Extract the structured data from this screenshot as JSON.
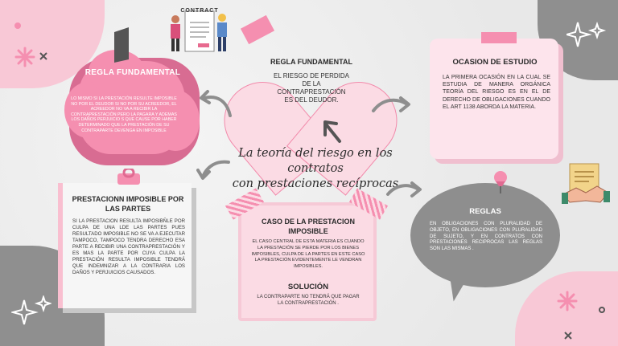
{
  "title": {
    "line1": "La teoría del riesgo en los contratos",
    "line2": "con prestaciones recíprocas"
  },
  "cards": {
    "regla_left": {
      "heading": "REGLA FUNDAMENTAL",
      "body": "LO MISMO SI LA PRESTACIÓN RESULTE IMPOSIBLE NO POR EL DEUDOR SI NO POR SU ACREEDOR, EL ACREEDOR NO VA A RECIBIR LA CONTRAPRESTACIÓN PERO LA PAGARA Y ADEMAS LOS DAÑOS PERJUICIO S QUE CAUSE POR HABER DETERMINADO QUE LA PRESTACIÓN DE SU CONTRAPARTE DEVENGA EN IMPOSIBLE"
    },
    "regla_heart": {
      "heading": "REGLA FUNDAMENTAL",
      "body": "EL RIESGO DE PERDIDA DE LA CONTRAPRESTACIÓN ES DEL DEUDOR."
    },
    "ocasion": {
      "heading": "OCASION DE ESTUDIO",
      "body": "LA PRIMERA OCASIÓN EN LA CUAL SE ESTUDIA DE MANERA ORGÁNICA TEORÍA DEL RIESGO ES EN EL DE DERECHO DE OBLIGACIONES CUANDO EL ART 1138 ABORDA LA MATERIA."
    },
    "prestacion": {
      "heading": "PRESTACIONN IMPOSIBLE POR LAS PARTES",
      "body": "SI LA PRESTACION RESULTA IMPOSIBÑLE POR CULPA DE UNA LDE LAS PARTES PUES RESULTADO IMPOSIBLE NO SE VA A EJECUTAR TAMPOCO, TAMPOCO TENDRA DERECHO ESA PARTE A RECIBIR UNA CONTRAPRESTACIÓN Y ES MAS LA PARTE POR CUYA CULPA LA PRESTACIÓN RESULTA IMPOSIBLE TENDRÁ QUE INDEMNIZAR A LA CONTRARIA LOS DAÑOS Y PERJUICIOS CAUSADOS."
    },
    "caso": {
      "heading": "CASO DE LA PRESTACION IMPOSIBLE",
      "body": "EL CASO CENTRAL DE ESTA MATERIA ES CUANDO LA PRESTACIÓN SE PIERDE POR LOS BIENES IMPOSIBLES, CULPA DE LA PARTES EN ESTE CASO LA PRESTACIÓN EVIDENTEMENTE LE VENDRAN IMPOSIBLES.",
      "solucion_heading": "SOLUCIÓN",
      "solucion_body": "LA CONTRAPARTE NO TENDRÁ QUE PAGAR LA CONTRAPRESTACIÓN ."
    },
    "reglas": {
      "heading": "REGLAS",
      "body": "EN OBLIGACIONES CON PLURALIDAD DE OBJETO, EN OBLIGACIONES CON PLURALIDAD DE SUJETO, Y EN CONTRATOS CON PRESTACIONES RECIPROCAS LAS REGLAS SON LAS MISMAS ."
    }
  },
  "illustrations": {
    "contract_sign": "CONTRACT",
    "icons": [
      "handshake-icon",
      "push-pin-icon",
      "sparkle-icon",
      "clip-icon"
    ]
  },
  "colors": {
    "pink": "#f58fb0",
    "light_pink": "#fbdbe4",
    "gray": "#8f8f8f",
    "dark_gray": "#555555"
  }
}
